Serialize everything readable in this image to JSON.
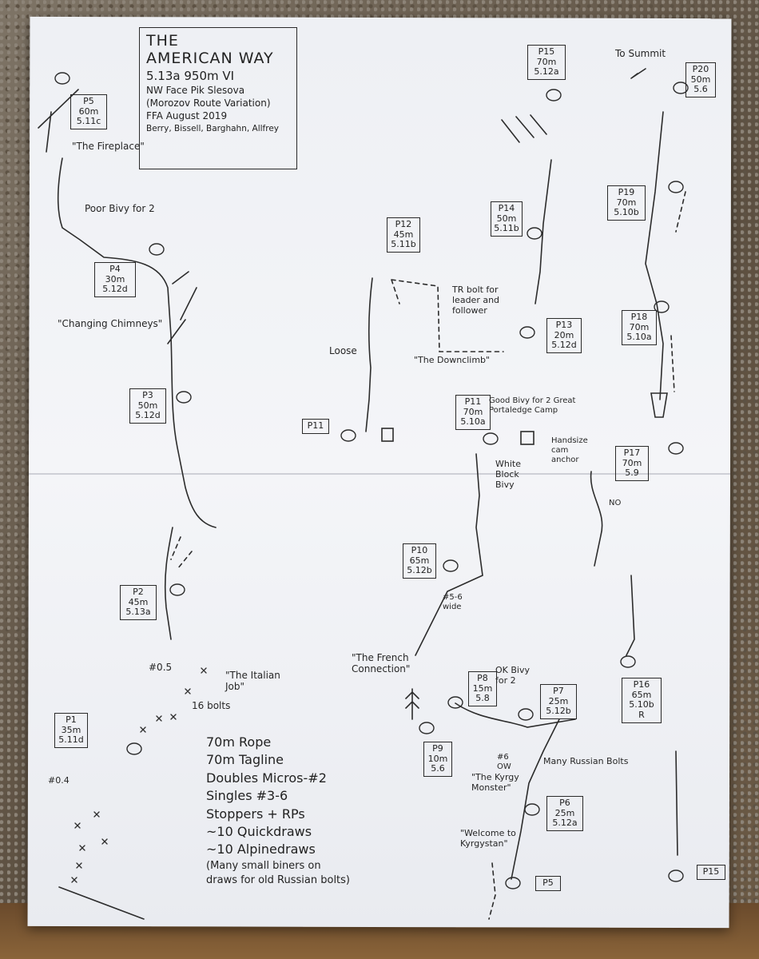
{
  "title": {
    "line1": "THE",
    "line2": "AMERICAN WAY",
    "grade": "5.13a 950m VI",
    "face": "NW Face Pik Slesova",
    "variation": "(Morozov Route Variation)",
    "ffa": "FFA August 2019",
    "team": "Berry, Bissell, Barghahn, Allfrey"
  },
  "pitches": [
    {
      "id": "P1",
      "length": "35m",
      "grade": "5.11d"
    },
    {
      "id": "P2",
      "length": "45m",
      "grade": "5.13a"
    },
    {
      "id": "P3",
      "length": "50m",
      "grade": "5.12d"
    },
    {
      "id": "P4",
      "length": "30m",
      "grade": "5.12d"
    },
    {
      "id": "P5",
      "length": "60m",
      "grade": "5.11c"
    },
    {
      "id": "P6",
      "length": "25m",
      "grade": "5.12a"
    },
    {
      "id": "P7",
      "length": "25m",
      "grade": "5.12b"
    },
    {
      "id": "P8",
      "length": "15m",
      "grade": "5.8"
    },
    {
      "id": "P9",
      "length": "10m",
      "grade": "5.6"
    },
    {
      "id": "P10",
      "length": "65m",
      "grade": "5.12b"
    },
    {
      "id": "P11",
      "length": "70m",
      "grade": "5.10a"
    },
    {
      "id": "P12",
      "length": "45m",
      "grade": "5.11b"
    },
    {
      "id": "P13",
      "length": "20m",
      "grade": "5.12d"
    },
    {
      "id": "P14",
      "length": "50m",
      "grade": "5.11b"
    },
    {
      "id": "P15",
      "length": "70m",
      "grade": "5.12a"
    },
    {
      "id": "P16",
      "length": "65m",
      "grade": "5.10b R"
    },
    {
      "id": "P17",
      "length": "70m",
      "grade": "5.9"
    },
    {
      "id": "P18",
      "length": "70m",
      "grade": "5.10a"
    },
    {
      "id": "P19",
      "length": "70m",
      "grade": "5.10b"
    },
    {
      "id": "P20",
      "length": "50m",
      "grade": "5.6"
    }
  ],
  "refs": {
    "p11": "P11",
    "p5": "P5",
    "p15": "P15"
  },
  "notes": {
    "to_summit": "To Summit",
    "fireplace": "\"The Fireplace\"",
    "poor_bivy": "Poor Bivy for 2",
    "changing_chimneys": "\"Changing Chimneys\"",
    "loose": "Loose",
    "tr_bolt": "TR bolt for leader and follower",
    "downclimb": "\"The Downclimb\"",
    "good_bivy": "Good Bivy for 2 Great Portaledge Camp",
    "white_block": "White Block Bivy",
    "handsize": "Handsize cam anchor",
    "no": "NO",
    "wide": "#5-6 wide",
    "french": "\"The French Connection\"",
    "ok_bivy": "OK Bivy for 2",
    "no5": "#0.5",
    "italian": "\"The Italian Job\"",
    "bolts16": "16 bolts",
    "no4": "#0.4",
    "ow": "#6 OW",
    "kyrgy": "\"The Kyrgy Monster\"",
    "russian": "Many Russian Bolts",
    "welcome": "\"Welcome to Kyrgystan\""
  },
  "gear": {
    "rope": "70m Rope",
    "tagline": "70m Tagline",
    "doubles": "Doubles Micros-#2",
    "singles": "Singles #3-6",
    "stoppers": "Stoppers + RPs",
    "quickdraws": "~10 Quickdraws",
    "alpinedraws": "~10 Alpinedraws",
    "note1": "(Many small biners on",
    "note2": "draws for old Russian bolts)"
  }
}
